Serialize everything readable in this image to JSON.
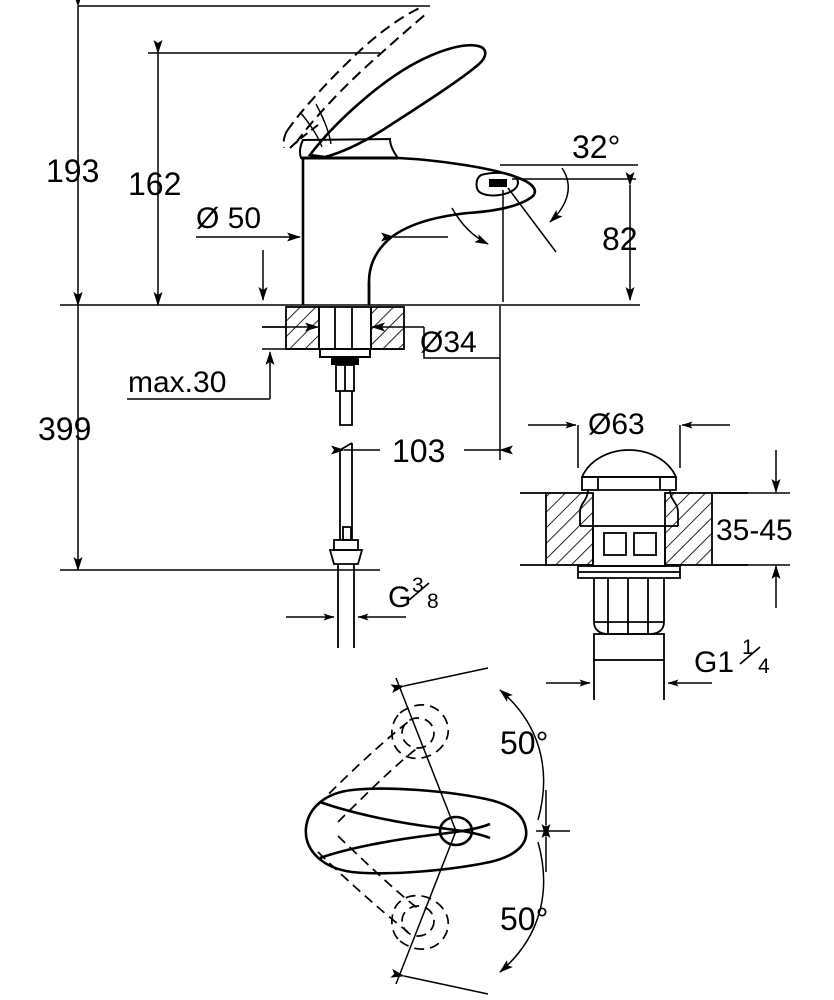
{
  "drawing": {
    "title": "Single-lever basin mixer technical dimension drawing",
    "units": "mm",
    "line_color": "#000000",
    "background": "#ffffff"
  },
  "views": [
    {
      "id": "front-elevation",
      "name": "faucet-front-elevation"
    },
    {
      "id": "drain-section",
      "name": "pop-up-drain-section"
    },
    {
      "id": "top-rotation",
      "name": "lever-rotation-top-view"
    }
  ],
  "dimensions": {
    "overall_height": "193",
    "spout_height": "162",
    "body_diameter": "Ø 50",
    "max_deck_thickness": "max.30",
    "shank_diameter": "Ø34",
    "total_length": "399",
    "spout_reach": "103",
    "spout_outlet_height": "82",
    "outlet_angle": "32°",
    "inlet_thread": {
      "letter": "G",
      "numerator": "3",
      "denominator": "8"
    },
    "drain_flange_diameter": "Ø63",
    "deck_thickness_range": "35-45",
    "drain_thread": {
      "letter": "G1",
      "numerator": "1",
      "denominator": "4"
    },
    "lever_swivel_up": "50°",
    "lever_swivel_down": "50°"
  }
}
